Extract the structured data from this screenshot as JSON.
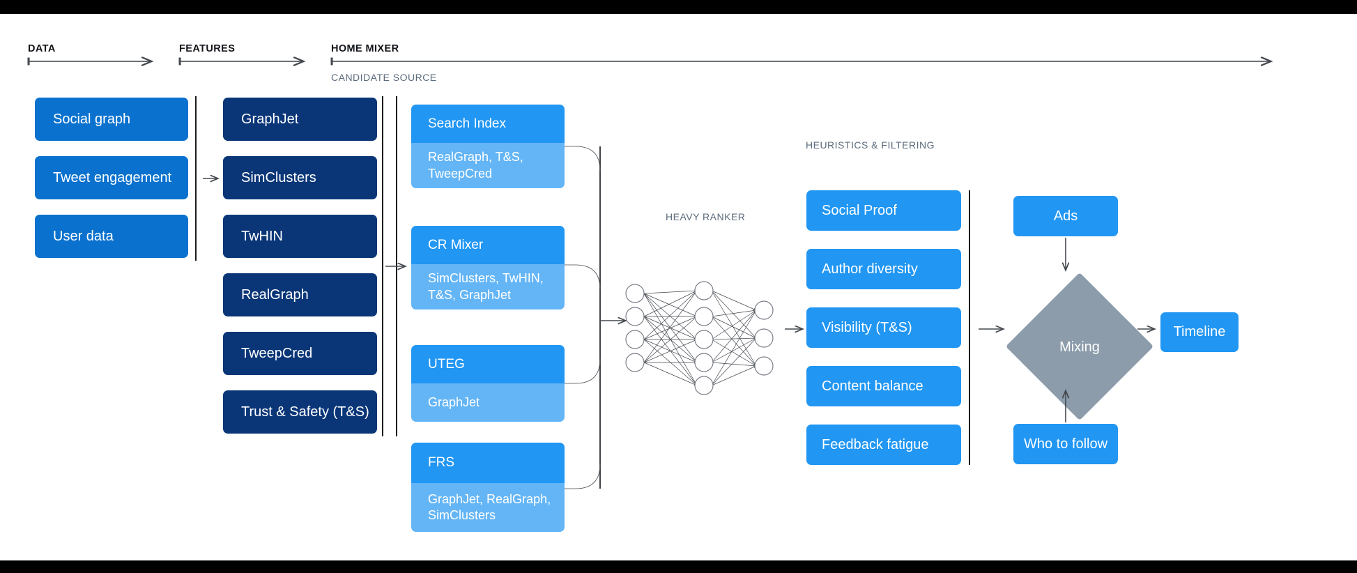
{
  "phases": [
    {
      "id": "data",
      "label": "DATA"
    },
    {
      "id": "features",
      "label": "FEATURES"
    },
    {
      "id": "home_mixer",
      "label": "HOME MIXER"
    }
  ],
  "sublabels": {
    "candidate_source": "CANDIDATE SOURCE",
    "heavy_ranker": "HEAVY RANKER",
    "heuristics": "HEURISTICS & FILTERING"
  },
  "data_column": {
    "items": [
      {
        "label": "Social graph"
      },
      {
        "label": "Tweet engagement"
      },
      {
        "label": "User data"
      }
    ]
  },
  "features_column": {
    "items": [
      {
        "label": "GraphJet"
      },
      {
        "label": "SimClusters"
      },
      {
        "label": "TwHIN"
      },
      {
        "label": "RealGraph"
      },
      {
        "label": "TweepCred"
      },
      {
        "label": "Trust & Safety (T&S)"
      }
    ]
  },
  "candidate_sources": {
    "items": [
      {
        "title": "Search Index",
        "features": "RealGraph, T&S, TweepCred"
      },
      {
        "title": "CR Mixer",
        "features": "SimClusters, TwHIN, T&S, GraphJet"
      },
      {
        "title": "UTEG",
        "features": "GraphJet"
      },
      {
        "title": "FRS",
        "features": "GraphJet, RealGraph, SimClusters"
      }
    ]
  },
  "heavy_ranker": {
    "label": "HEAVY RANKER",
    "layers": [
      4,
      5,
      3
    ]
  },
  "heuristics_column": {
    "items": [
      {
        "label": "Social Proof"
      },
      {
        "label": "Author diversity"
      },
      {
        "label": "Visibility (T&S)"
      },
      {
        "label": "Content balance"
      },
      {
        "label": "Feedback fatigue"
      }
    ]
  },
  "mixing_stage": {
    "ads_label": "Ads",
    "mixing_label": "Mixing",
    "who_to_follow_label": "Who to follow",
    "timeline_label": "Timeline"
  },
  "colors": {
    "data_box": "#0a72ce",
    "feature_box": "#0a3678",
    "candidate_head": "#2196f3",
    "candidate_body": "#64b5f6",
    "heuristic_box": "#2196f3",
    "diamond": "#8c9cab",
    "sublabel_text": "#5b6b7c",
    "title_text": "#111418",
    "line": "#45494f",
    "background": "#ffffff",
    "letterbox": "#000000"
  }
}
